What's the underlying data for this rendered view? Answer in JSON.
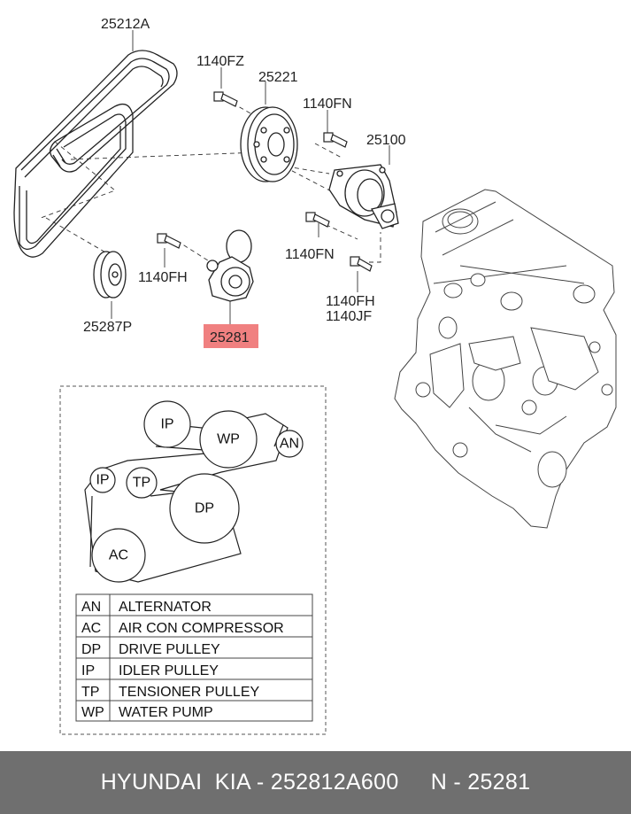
{
  "diagram": {
    "part_labels": {
      "belt": "25212A",
      "pulley_top": "25221",
      "bolt_fz": "1140FZ",
      "bolt_fn_top": "1140FN",
      "pump": "25100",
      "bolt_fn_bottom": "1140FN",
      "bolt_fh_left": "1140FH",
      "bolt_fh_right": "1140FH",
      "bolt_jf": "1140JF",
      "idler": "25287P",
      "tensioner": "25281"
    },
    "highlight_color": "#f08080",
    "belt_routing": {
      "pulleys": [
        "IP",
        "WP",
        "AN",
        "IP",
        "TP",
        "DP",
        "AC"
      ]
    },
    "legend": [
      {
        "code": "AN",
        "name": "ALTERNATOR"
      },
      {
        "code": "AC",
        "name": "AIR CON COMPRESSOR"
      },
      {
        "code": "DP",
        "name": "DRIVE PULLEY"
      },
      {
        "code": "IP",
        "name": "IDLER PULLEY"
      },
      {
        "code": "TP",
        "name": "TENSIONER PULLEY"
      },
      {
        "code": "WP",
        "name": "WATER PUMP"
      }
    ]
  },
  "footer": {
    "text": "HYUNDAI  KIA - 252812A600     N - 25281",
    "background": "#6f6f6f"
  }
}
